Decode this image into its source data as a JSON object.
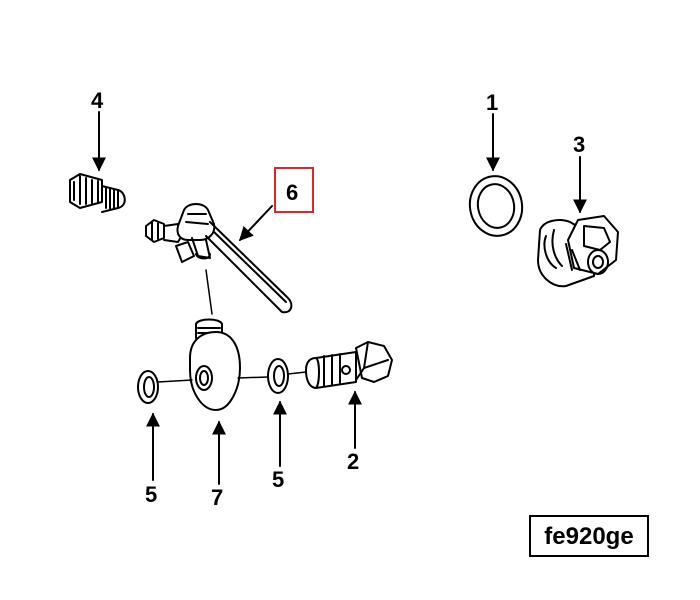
{
  "callouts": {
    "c1": "1",
    "c2": "2",
    "c3": "3",
    "c4": "4",
    "c5a": "5",
    "c5b": "5",
    "c6": "6",
    "c7": "7"
  },
  "figure_code": "fe920ge",
  "highlight_color": "#e0262b"
}
